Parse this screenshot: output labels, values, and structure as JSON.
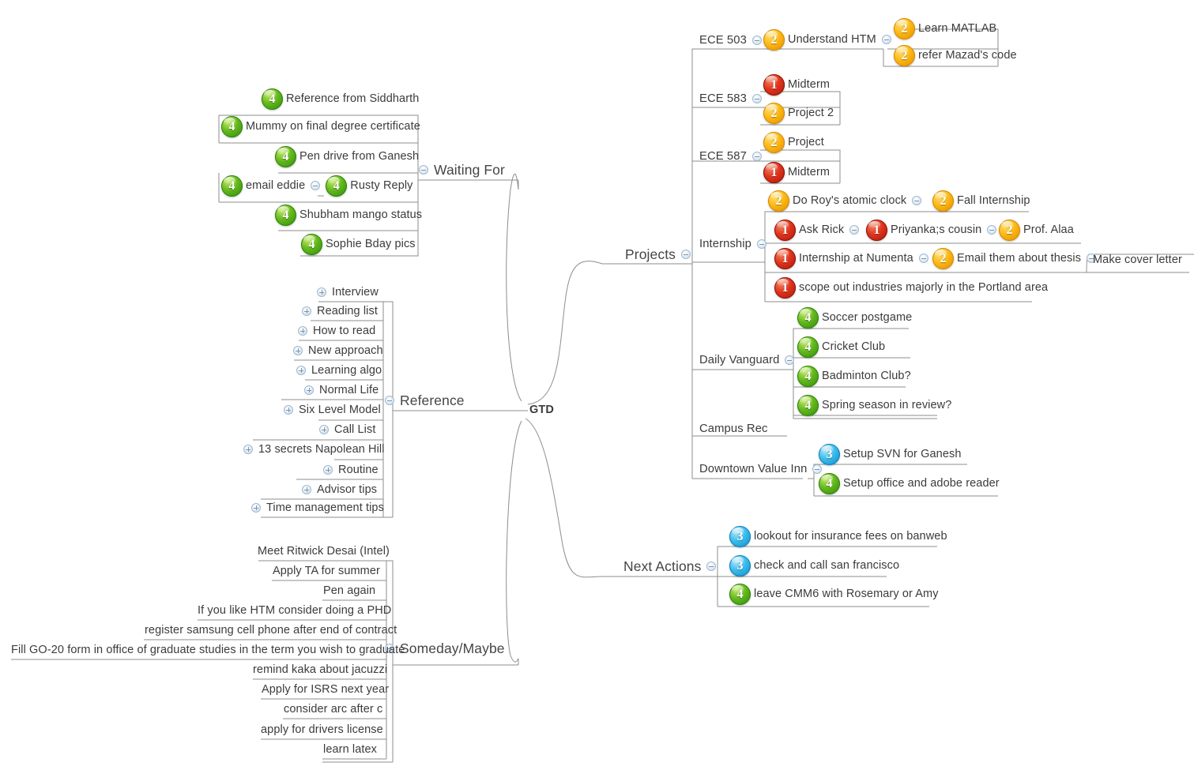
{
  "diagram": {
    "type": "mind-map",
    "root": {
      "label": "GTD"
    },
    "toggle_icons": {
      "collapse": "minus-circle-icon",
      "expand": "plus-circle-icon"
    },
    "priority_colors": {
      "1": "#e0341d",
      "2": "#fcb814",
      "3": "#39bced",
      "4": "#62b81c"
    }
  },
  "branches": {
    "waiting_for": {
      "label": "Waiting For",
      "items": [
        {
          "label": "Reference from Siddharth",
          "priority": 4
        },
        {
          "label": "Mummy on final degree certificate",
          "priority": 4
        },
        {
          "label": "Pen drive from Ganesh",
          "priority": 4
        },
        {
          "label": "email eddie",
          "priority": 4,
          "child": {
            "label": "Rusty Reply",
            "priority": 4
          }
        },
        {
          "label": "Shubham mango status",
          "priority": 4
        },
        {
          "label": "Sophie Bday pics",
          "priority": 4
        }
      ]
    },
    "reference": {
      "label": "Reference",
      "items": [
        {
          "label": "Interview",
          "collapsed": true
        },
        {
          "label": "Reading list",
          "collapsed": true
        },
        {
          "label": "How to read",
          "collapsed": true
        },
        {
          "label": "New approach",
          "collapsed": true
        },
        {
          "label": "Learning algo",
          "collapsed": true
        },
        {
          "label": "Normal Life",
          "collapsed": true
        },
        {
          "label": "Six Level Model",
          "collapsed": true
        },
        {
          "label": "Call List",
          "collapsed": true
        },
        {
          "label": "13 secrets Napolean Hill",
          "collapsed": true
        },
        {
          "label": "Routine",
          "collapsed": true
        },
        {
          "label": "Advisor tips",
          "collapsed": true
        },
        {
          "label": "Time management tips",
          "collapsed": true
        }
      ]
    },
    "someday_maybe": {
      "label": "Someday/Maybe",
      "items": [
        {
          "label": "Meet Ritwick Desai (Intel)"
        },
        {
          "label": "Apply TA for summer"
        },
        {
          "label": "Pen again"
        },
        {
          "label": "If you like HTM consider doing a PHD"
        },
        {
          "label": "register samsung cell phone after end of contract"
        },
        {
          "label": "Fill GO-20 form in office of graduate studies in the term you wish to graduate"
        },
        {
          "label": "remind kaka about jacuzzi"
        },
        {
          "label": "Apply for ISRS next year"
        },
        {
          "label": "consider arc after c"
        },
        {
          "label": "apply for drivers license"
        },
        {
          "label": "learn latex"
        }
      ]
    },
    "projects": {
      "label": "Projects",
      "groups": [
        {
          "label": "ECE 503",
          "items": [
            {
              "label": "Understand HTM",
              "priority": 2,
              "children": [
                {
                  "label": "Learn MATLAB",
                  "priority": 2
                },
                {
                  "label": "refer Mazad's code",
                  "priority": 2
                }
              ]
            }
          ]
        },
        {
          "label": "ECE 583",
          "items": [
            {
              "label": "Midterm",
              "priority": 1
            },
            {
              "label": "Project 2",
              "priority": 2
            }
          ]
        },
        {
          "label": "ECE 587",
          "items": [
            {
              "label": "Project",
              "priority": 2
            },
            {
              "label": "Midterm",
              "priority": 1
            }
          ]
        },
        {
          "label": "Internship",
          "items": [
            {
              "label": "Do Roy's atomic clock",
              "priority": 2,
              "children": [
                {
                  "label": "Fall Internship",
                  "priority": 2
                }
              ]
            },
            {
              "label": "Ask Rick",
              "priority": 1,
              "children": [
                {
                  "label": "Priyanka;s cousin",
                  "priority": 1,
                  "children": [
                    {
                      "label": "Prof. Alaa",
                      "priority": 2
                    }
                  ]
                }
              ]
            },
            {
              "label": "Internship at Numenta",
              "priority": 1,
              "children": [
                {
                  "label": "Email them about thesis",
                  "priority": 2,
                  "children": [
                    {
                      "label": "Make cover letter"
                    }
                  ]
                }
              ]
            },
            {
              "label": "scope out industries majorly in the Portland area",
              "priority": 1
            }
          ]
        },
        {
          "label": "Daily Vanguard",
          "items": [
            {
              "label": "Soccer postgame",
              "priority": 4
            },
            {
              "label": "Cricket Club",
              "priority": 4
            },
            {
              "label": "Badminton Club?",
              "priority": 4
            },
            {
              "label": "Spring season in review?",
              "priority": 4
            }
          ]
        },
        {
          "label": "Campus Rec",
          "items": []
        },
        {
          "label": "Downtown Value Inn",
          "items": [
            {
              "label": "Setup SVN for Ganesh",
              "priority": 3
            },
            {
              "label": "Setup office and adobe reader",
              "priority": 4
            }
          ]
        }
      ]
    },
    "next_actions": {
      "label": "Next Actions",
      "items": [
        {
          "label": "lookout for insurance fees on banweb",
          "priority": 3
        },
        {
          "label": "check and call san francisco",
          "priority": 3
        },
        {
          "label": "leave CMM6 with Rosemary or Amy",
          "priority": 4
        }
      ]
    }
  }
}
